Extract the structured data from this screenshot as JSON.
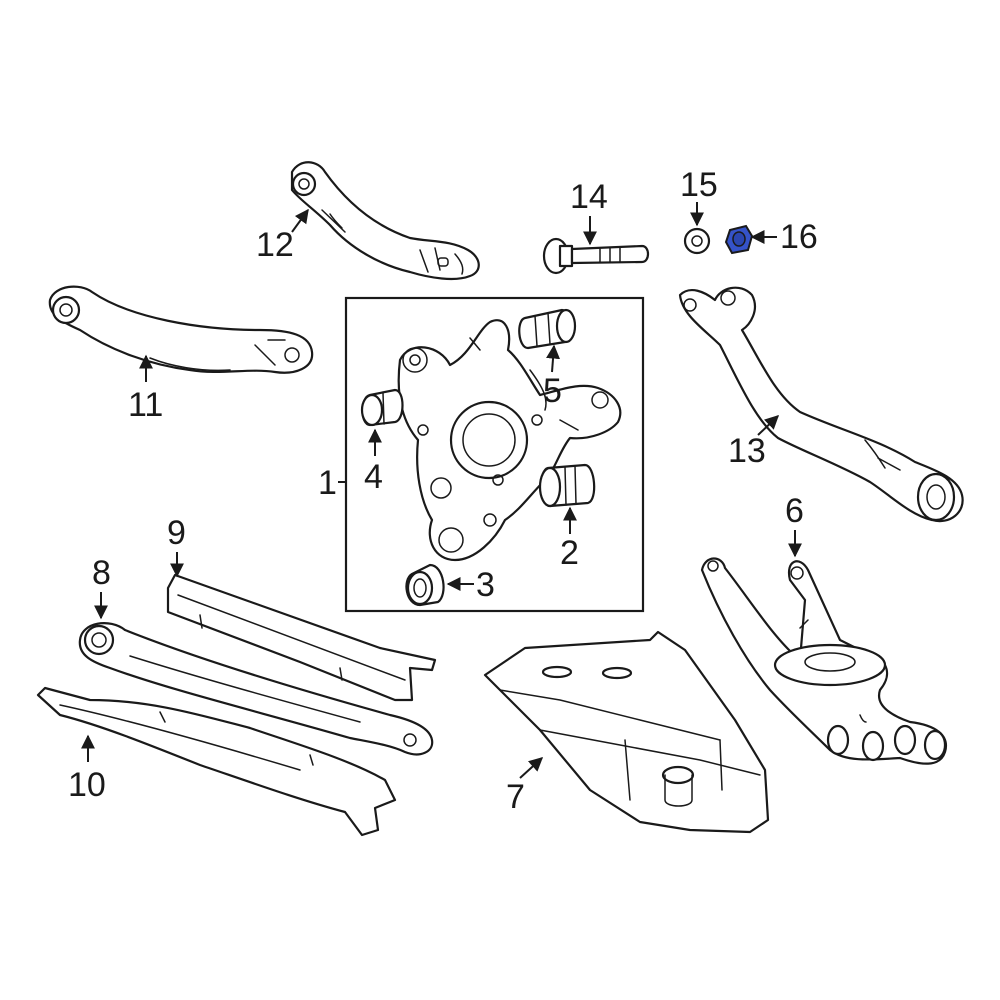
{
  "callouts": {
    "c1": "1",
    "c2": "2",
    "c3": "3",
    "c4": "4",
    "c5": "5",
    "c6": "6",
    "c7": "7",
    "c8": "8",
    "c9": "9",
    "c10": "10",
    "c11": "11",
    "c12": "12",
    "c13": "13",
    "c14": "14",
    "c15": "15",
    "c16": "16"
  },
  "colors": {
    "line": "#1a1a1a",
    "background": "#ffffff",
    "highlight_part": "#3553c9"
  },
  "highlighted_part": "16"
}
